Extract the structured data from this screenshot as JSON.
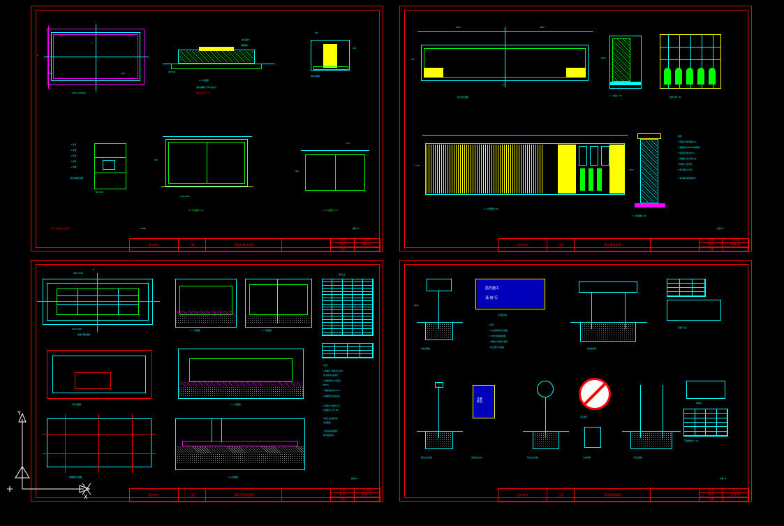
{
  "drawing": {
    "title": "CAD Construction Drawing Set (4 sheets)",
    "background": "#000000",
    "frame_color": "#ff0000"
  },
  "sheets": [
    {
      "id": "sheet-top-left",
      "title_block": {
        "design_unit_label": "设计单位",
        "project_label": "工程",
        "drawing_name": "检查井做法详图",
        "scale_label": "比例",
        "sheet_no_label": "图号",
        "date_label": "日期",
        "rows": [
          "设计",
          "制图",
          "校核",
          "审核"
        ],
        "values": [
          "1:50",
          "建施-01",
          ""
        ]
      },
      "notes": [
        {
          "text": "说明:见结构设计总说明",
          "color": "#ff0000"
        },
        {
          "text": "1:100",
          "color": "#ffffff"
        }
      ],
      "views": [
        {
          "name": "plan-view",
          "caption": "检查井平面图"
        },
        {
          "name": "section-a-a",
          "caption": "A—A剖面图"
        },
        {
          "name": "detail-view",
          "caption": "井盖大样"
        },
        {
          "name": "section-b-b",
          "caption": "B—B剖面图  1:50"
        },
        {
          "name": "section-c-c",
          "caption": "C—C剖面图  1:50"
        },
        {
          "name": "legend-block",
          "caption": "图例说明"
        }
      ]
    },
    {
      "id": "sheet-top-right",
      "title_block": {
        "design_unit_label": "设计单位",
        "project_label": "工程",
        "drawing_name": "挡土墙结构图",
        "scale_label": "比例",
        "sheet_no_label": "图号",
        "date_label": "日期",
        "rows": [
          "设计",
          "制图",
          "校核",
          "审核"
        ],
        "values": [
          "1:50",
          "结施-02",
          ""
        ]
      },
      "notes": [
        {
          "text": "说明:",
          "color": "#00ffff"
        },
        {
          "text": "1.混凝土强度等级C25。",
          "color": "#00ffff"
        },
        {
          "text": "2.钢筋采用HRB400级钢筋。",
          "color": "#00ffff"
        },
        {
          "text": "3.保护层厚度30mm。",
          "color": "#00ffff"
        },
        {
          "text": "4.基础持力层为老土层。",
          "color": "#00ffff"
        },
        {
          "text": "5.回填土分层夯实。",
          "color": "#00ffff"
        },
        {
          "text": "6.施工缝设止水带。",
          "color": "#00ffff"
        }
      ],
      "views": [
        {
          "name": "elevation-view",
          "caption": "立面图"
        },
        {
          "name": "section-view-1",
          "caption": "1—1剖面图"
        },
        {
          "name": "reinforcement-view",
          "caption": "配筋图"
        },
        {
          "name": "plan-layout",
          "caption": "A—A剖面图  1:50"
        },
        {
          "name": "wall-section",
          "caption": "2—2剖面图  1:20"
        }
      ]
    },
    {
      "id": "sheet-bottom-left",
      "title_block": {
        "design_unit_label": "设计单位",
        "project_label": "工程",
        "drawing_name": "基础平面布置图",
        "scale_label": "比例",
        "sheet_no_label": "图号",
        "date_label": "日期",
        "rows": [
          "设计",
          "制图",
          "校核",
          "审核"
        ],
        "values": [
          "1:100",
          "结施-03",
          ""
        ]
      },
      "tables": [
        {
          "name": "rebar-schedule",
          "title": "钢筋表",
          "columns": [
            "编号",
            "直径",
            "长度",
            "数量",
            "重量"
          ],
          "rows": 18
        },
        {
          "name": "material-table",
          "title": "材料表",
          "columns": [
            "序号",
            "名称",
            "规格",
            "数量"
          ],
          "rows": 4
        }
      ],
      "notes": [
        {
          "text": "说明:",
          "color": "#00ffff"
        },
        {
          "text": "1.本图尺寸除标高以米计外,其余均以毫米计。",
          "color": "#00ffff"
        },
        {
          "text": "2.基础垫层C15混凝土厚100。",
          "color": "#00ffff"
        },
        {
          "text": "3.钢筋保护层35mm。",
          "color": "#00ffff"
        }
      ],
      "views": [
        {
          "name": "foundation-plan",
          "caption": "基础平面图"
        },
        {
          "name": "detail-section-1",
          "caption": "1—1剖面图"
        },
        {
          "name": "detail-section-2",
          "caption": "2—2剖面图"
        },
        {
          "name": "foundation-detail",
          "caption": "基础详图"
        }
      ],
      "ucs": {
        "x_label": "X",
        "y_label": "Y"
      }
    },
    {
      "id": "sheet-bottom-right",
      "title_block": {
        "design_unit_label": "设计单位",
        "project_label": "工程",
        "drawing_name": "标志牌基础图",
        "scale_label": "比例",
        "sheet_no_label": "图号",
        "date_label": "日期",
        "rows": [
          "设计",
          "制图",
          "校核",
          "审核"
        ],
        "values": [
          "1:25",
          "交施-04",
          ""
        ]
      },
      "signs": [
        {
          "name": "guide-sign",
          "text": "前方施工 请绕行",
          "color": "#0000ff"
        },
        {
          "name": "warning-sign",
          "text": "注意安全",
          "color": "#0000ff"
        },
        {
          "name": "prohibition-sign",
          "text": "禁止通行",
          "color": "#ff0000"
        }
      ],
      "notes": [
        {
          "text": "说明:",
          "color": "#00ffff"
        },
        {
          "text": "1.标志牌采用铝合金板。",
          "color": "#00ffff"
        },
        {
          "text": "2.立柱为热镀锌钢管。",
          "color": "#00ffff"
        },
        {
          "text": "3.基础C20混凝土现浇。",
          "color": "#00ffff"
        }
      ],
      "views": [
        {
          "name": "single-post-foundation",
          "caption": "单柱式基础"
        },
        {
          "name": "double-post-foundation",
          "caption": "双柱式基础"
        },
        {
          "name": "cantilever-foundation",
          "caption": "悬臂式基础"
        },
        {
          "name": "sign-panel-detail",
          "caption": "标志板大样"
        }
      ]
    }
  ],
  "status_bar": {
    "ucs_icon": "ucs-axis-icon",
    "cursor": "crosshair-cursor"
  }
}
